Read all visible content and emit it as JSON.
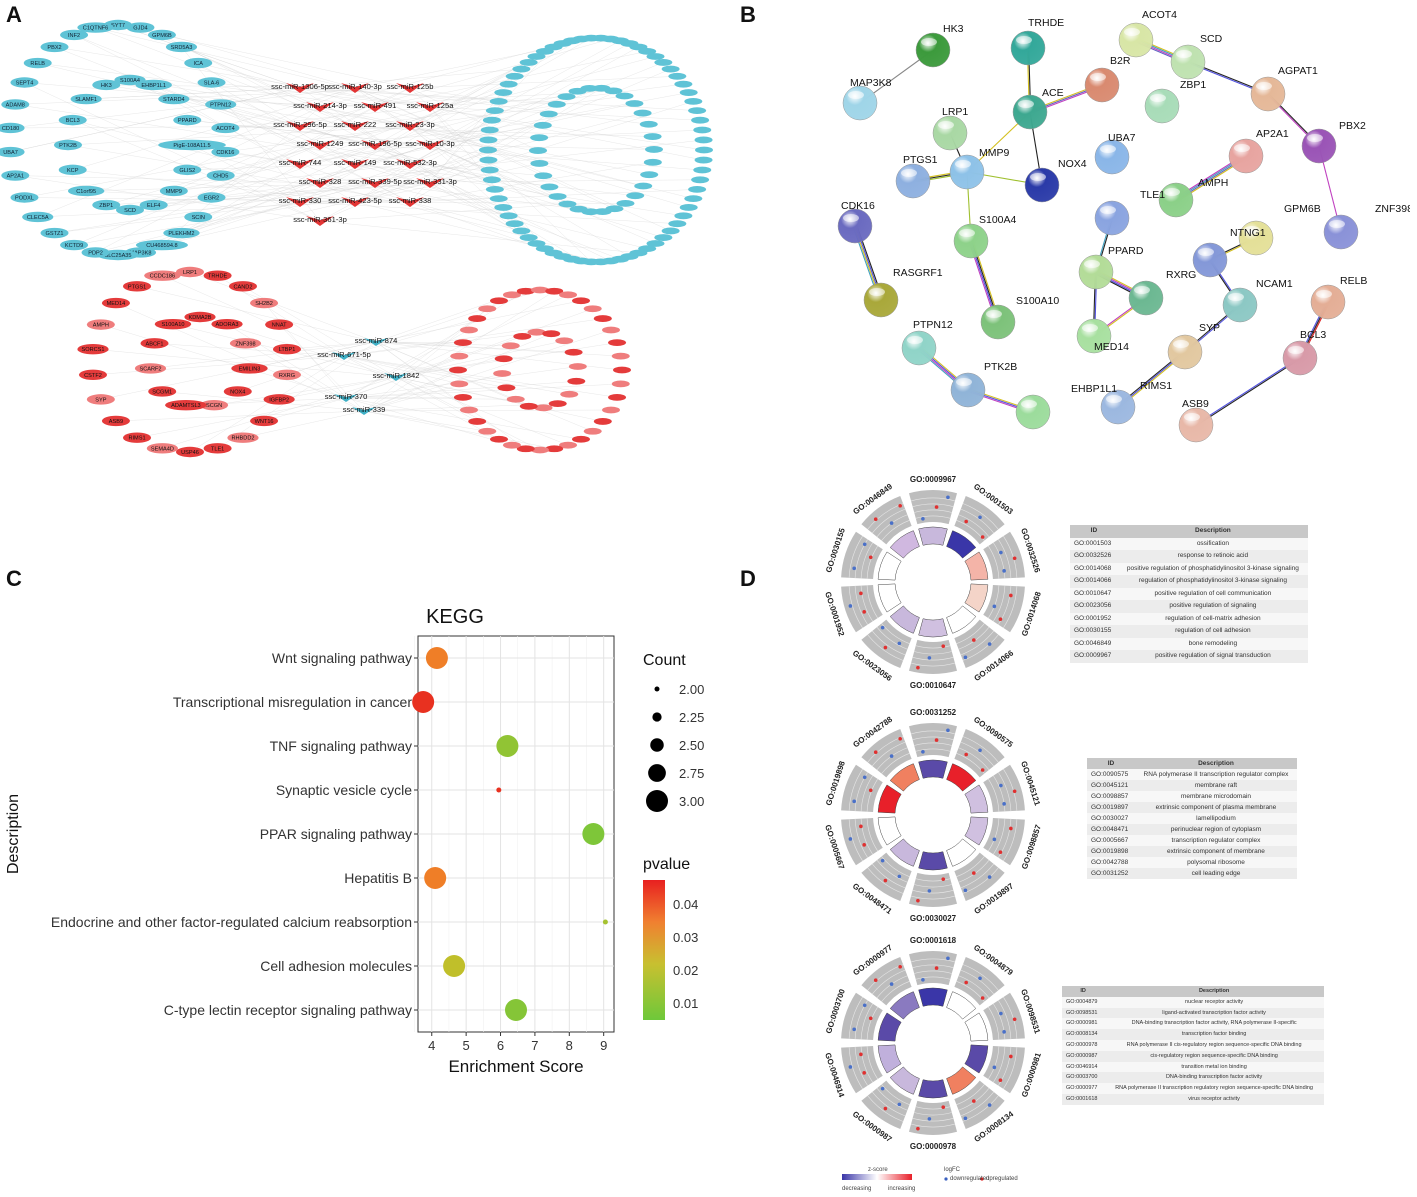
{
  "panels": {
    "a": "A",
    "b": "B",
    "c": "C",
    "d": "D"
  },
  "network_a": {
    "blue_genes": [
      "SYT7",
      "GJD4",
      "GPM6B",
      "SRD5A3",
      "ICA",
      "SLA-6",
      "PTPN12",
      "ACOT4",
      "CDK16",
      "CHD5",
      "EGR2",
      "SCIN",
      "PLEKHM2",
      "CU468594.8",
      "MAP3K8",
      "SLC25A35",
      "PDP2",
      "KCTD9",
      "GSTZ1",
      "CLEC5A",
      "PODXL",
      "AP2A1",
      "UBA7",
      "CD180",
      "ADAM8",
      "SEPT4",
      "RELB",
      "PBX2",
      "INF2",
      "C1QTNF6",
      "S100A4",
      "EHBP1L1",
      "STARD4",
      "PPARD",
      "PigE-108A11.5",
      "GLIS2",
      "MMP9",
      "ELF4",
      "SCD",
      "ZBP1",
      "C1orf95",
      "KCP",
      "PTK2B",
      "BCL3",
      "SLAMF1",
      "HK3"
    ],
    "blue_mirnas": [
      "ssc-miR-1306-5p",
      "ssc-miR-140-3p",
      "ssc-miR-125b",
      "ssc-miR-214-3p",
      "ssc-miR-491",
      "ssc-miR-125a",
      "ssc-miR-296-5p",
      "ssc-miR-222",
      "ssc-miR-23-3p",
      "ssc-miR-1249",
      "ssc-miR-196-5p",
      "ssc-miR-10-3p",
      "ssc-miR-744",
      "ssc-miR-149",
      "ssc-miR-532-3p",
      "ssc-miR-328",
      "ssc-miR-339-5p",
      "ssc-miR-331-3p",
      "ssc-miR-330",
      "ssc-miR-423-5p",
      "ssc-miR-338",
      "ssc-miR-361-3p"
    ],
    "red_genes": [
      "LRP1",
      "TRHDE",
      "CAND2",
      "SH2B2",
      "NNAT",
      "LTBP1",
      "RXRG",
      "IGFBP2",
      "WNT16",
      "RHBDD2",
      "TLE1",
      "USP46",
      "SEMA4D",
      "RIMS1",
      "ASB9",
      "SYP",
      "CSTF2",
      "SORCS1",
      "AMPH",
      "MED14",
      "PTGS1",
      "CCDC186",
      "KDMA2B",
      "ADORA3",
      "ZNF398",
      "EMILIN3",
      "NOX4",
      "SCGN",
      "ADAMTSL3",
      "SCGM1",
      "SCARF2",
      "ABCF1",
      "S100A10"
    ],
    "red_mirnas": [
      "ssc-miR-874",
      "ssc-miR-671-5p",
      "ssc-miR-1842",
      "ssc-miR-370",
      "ssc-miR-339"
    ]
  },
  "network_b": {
    "nodes": [
      {
        "label": "HK3",
        "color": "#3c9a3c"
      },
      {
        "label": "MAP3K8",
        "color": "#9fd5e8"
      },
      {
        "label": "TRHDE",
        "color": "#33a89a"
      },
      {
        "label": "B2R",
        "color": "#d98a70"
      },
      {
        "label": "ACE",
        "color": "#3ea890"
      },
      {
        "label": "LRP1",
        "color": "#a9d8a4"
      },
      {
        "label": "PTGS1",
        "color": "#8eb0e0"
      },
      {
        "label": "MMP9",
        "color": "#8ec2e8"
      },
      {
        "label": "NOX4",
        "color": "#2a3aa8"
      },
      {
        "label": "S100A4",
        "color": "#8ed28a"
      },
      {
        "label": "CDK16",
        "color": "#6a6ac0"
      },
      {
        "label": "RASGRF1",
        "color": "#a9a83a"
      },
      {
        "label": "S100A10",
        "color": "#7dc27a"
      },
      {
        "label": "ACOT4",
        "color": "#d8e6a6"
      },
      {
        "label": "SCD",
        "color": "#bfe2b0"
      },
      {
        "label": "AGPAT1",
        "color": "#e5b898"
      },
      {
        "label": "ZBP1",
        "color": "#a8dcb8"
      },
      {
        "label": "UBA7",
        "color": "#8ab6e8"
      },
      {
        "label": "AP2A1",
        "color": "#e7a4a0"
      },
      {
        "label": "PBX2",
        "color": "#9a54b6"
      },
      {
        "label": "AMPH",
        "color": "#8bd088"
      },
      {
        "label": "ZNF398",
        "color": "#8a92d8"
      },
      {
        "label": "TLE1",
        "color": "#8aa4e0"
      },
      {
        "label": "PPARD",
        "color": "#b3dc98"
      },
      {
        "label": "RXRG",
        "color": "#6cb892"
      },
      {
        "label": "MED14",
        "color": "#a8e0a0"
      },
      {
        "label": "GPM6B",
        "color": "#e4e098"
      },
      {
        "label": "NTNG1",
        "color": "#8498d8"
      },
      {
        "label": "NCAM1",
        "color": "#8cc8c4"
      },
      {
        "label": "SYP",
        "color": "#e2c8a0"
      },
      {
        "label": "RIMS1",
        "color": "#9cb8e0"
      },
      {
        "label": "RELB",
        "color": "#e4ae96"
      },
      {
        "label": "BCL3",
        "color": "#d89aa8"
      },
      {
        "label": "ASB9",
        "color": "#e8b8a8"
      },
      {
        "label": "PTPN12",
        "color": "#90d4c8"
      },
      {
        "label": "PTK2B",
        "color": "#90b4d8"
      },
      {
        "label": "EHBP1L1",
        "color": "#9cdc9c"
      }
    ]
  },
  "chart_data": {
    "type": "scatter",
    "title": "KEGG",
    "xlabel": "Enrichment Score",
    "ylabel": "Description",
    "xlim": [
      3.6,
      9.3
    ],
    "xticks": [
      4,
      5,
      6,
      7,
      8,
      9
    ],
    "categories": [
      "Wnt signaling pathway",
      "Transcriptional misregulation in cancer",
      "TNF signaling pathway",
      "Synaptic vesicle cycle",
      "PPAR signaling pathway",
      "Hepatitis B",
      "Endocrine and other factor-regulated calcium reabsorption",
      "Cell adhesion molecules",
      "C-type lectin receptor signaling pathway"
    ],
    "points": [
      {
        "category": "Wnt signaling pathway",
        "x": 4.15,
        "count": 3,
        "pvalue": 0.04
      },
      {
        "category": "Transcriptional misregulation in cancer",
        "x": 3.75,
        "count": 3,
        "pvalue": 0.048
      },
      {
        "category": "TNF signaling pathway",
        "x": 6.2,
        "count": 3,
        "pvalue": 0.013
      },
      {
        "category": "Synaptic vesicle cycle",
        "x": 5.95,
        "count": 2,
        "pvalue": 0.048
      },
      {
        "category": "PPAR signaling pathway",
        "x": 8.7,
        "count": 3,
        "pvalue": 0.008
      },
      {
        "category": "Hepatitis B",
        "x": 4.1,
        "count": 3,
        "pvalue": 0.04
      },
      {
        "category": "Endocrine and other factor-regulated calcium reabsorption",
        "x": 9.05,
        "count": 2,
        "pvalue": 0.018
      },
      {
        "category": "Cell adhesion molecules",
        "x": 4.65,
        "count": 3,
        "pvalue": 0.025
      },
      {
        "category": "C-type lectin receptor signaling pathway",
        "x": 6.45,
        "count": 3,
        "pvalue": 0.01
      }
    ],
    "size_legend": {
      "title": "Count",
      "values": [
        "2.00",
        "2.25",
        "2.50",
        "2.75",
        "3.00"
      ]
    },
    "color_legend": {
      "title": "pvalue",
      "ticks": [
        "0.04",
        "0.03",
        "0.02",
        "0.01"
      ]
    },
    "grid": true
  },
  "go_tables": {
    "header": {
      "id": "ID",
      "desc": "Description"
    },
    "bp": [
      [
        "GO:0001503",
        "ossification"
      ],
      [
        "GO:0032526",
        "response to retinoic acid"
      ],
      [
        "GO:0014068",
        "positive regulation of phosphatidylinositol 3-kinase signaling"
      ],
      [
        "GO:0014066",
        "regulation of phosphatidylinositol 3-kinase signaling"
      ],
      [
        "GO:0010647",
        "positive regulation of cell communication"
      ],
      [
        "GO:0023056",
        "positive regulation of signaling"
      ],
      [
        "GO:0001952",
        "regulation of cell-matrix adhesion"
      ],
      [
        "GO:0030155",
        "regulation of cell adhesion"
      ],
      [
        "GO:0046849",
        "bone remodeling"
      ],
      [
        "GO:0009967",
        "positive regulation of signal transduction"
      ]
    ],
    "cc": [
      [
        "GO:0090575",
        "RNA polymerase II transcription regulator complex"
      ],
      [
        "GO:0045121",
        "membrane raft"
      ],
      [
        "GO:0098857",
        "membrane microdomain"
      ],
      [
        "GO:0019897",
        "extrinsic component of plasma membrane"
      ],
      [
        "GO:0030027",
        "lamellipodium"
      ],
      [
        "GO:0048471",
        "perinuclear region of cytoplasm"
      ],
      [
        "GO:0005667",
        "transcription regulator complex"
      ],
      [
        "GO:0019898",
        "extrinsic component of membrane"
      ],
      [
        "GO:0042788",
        "polysomal ribosome"
      ],
      [
        "GO:0031252",
        "cell leading edge"
      ]
    ],
    "mf": [
      [
        "GO:0004879",
        "nuclear receptor activity"
      ],
      [
        "GO:0098531",
        "ligand-activated transcription factor activity"
      ],
      [
        "GO:0000981",
        "DNA-binding transcription factor activity, RNA polymerase II-specific"
      ],
      [
        "GO:0008134",
        "transcription factor binding"
      ],
      [
        "GO:0000978",
        "RNA polymerase II cis-regulatory region sequence-specific DNA binding"
      ],
      [
        "GO:0000987",
        "cis-regulatory region sequence-specific DNA binding"
      ],
      [
        "GO:0046914",
        "transition metal ion binding"
      ],
      [
        "GO:0003700",
        "DNA-binding transcription factor activity"
      ],
      [
        "GO:0000977",
        "RNA polymerase II transcription regulatory region sequence-specific DNA binding"
      ],
      [
        "GO:0001618",
        "virus receptor activity"
      ]
    ]
  },
  "go_circles": {
    "bp": [
      "GO:0009967",
      "GO:0001503",
      "GO:0032526",
      "GO:0014068",
      "GO:0014066",
      "GO:0010647",
      "GO:0023056",
      "GO:0001952",
      "GO:0030155",
      "GO:0046849"
    ],
    "cc": [
      "GO:0031252",
      "GO:0090575",
      "GO:0045121",
      "GO:0098857",
      "GO:0019897",
      "GO:0030027",
      "GO:0048471",
      "GO:0005667",
      "GO:0019898",
      "GO:0042788"
    ],
    "mf": [
      "GO:0001618",
      "GO:0004879",
      "GO:0098531",
      "GO:0000981",
      "GO:0008134",
      "GO:0000978",
      "GO:0000987",
      "GO:0046914",
      "GO:0003700",
      "GO:0000977"
    ]
  },
  "go_legend": {
    "zscore_title": "z-score",
    "zscore_low": "decreasing",
    "zscore_high": "increasing",
    "logfc_title": "logFC",
    "down": "downregulated",
    "up": "upregulated"
  },
  "colors": {
    "blue_node": "#5fc3d6",
    "red_node": "#e43b3b",
    "pink_node": "#ef7d7d",
    "mirna_red": "#e23434",
    "mirna_teal": "#3fb0c6"
  }
}
